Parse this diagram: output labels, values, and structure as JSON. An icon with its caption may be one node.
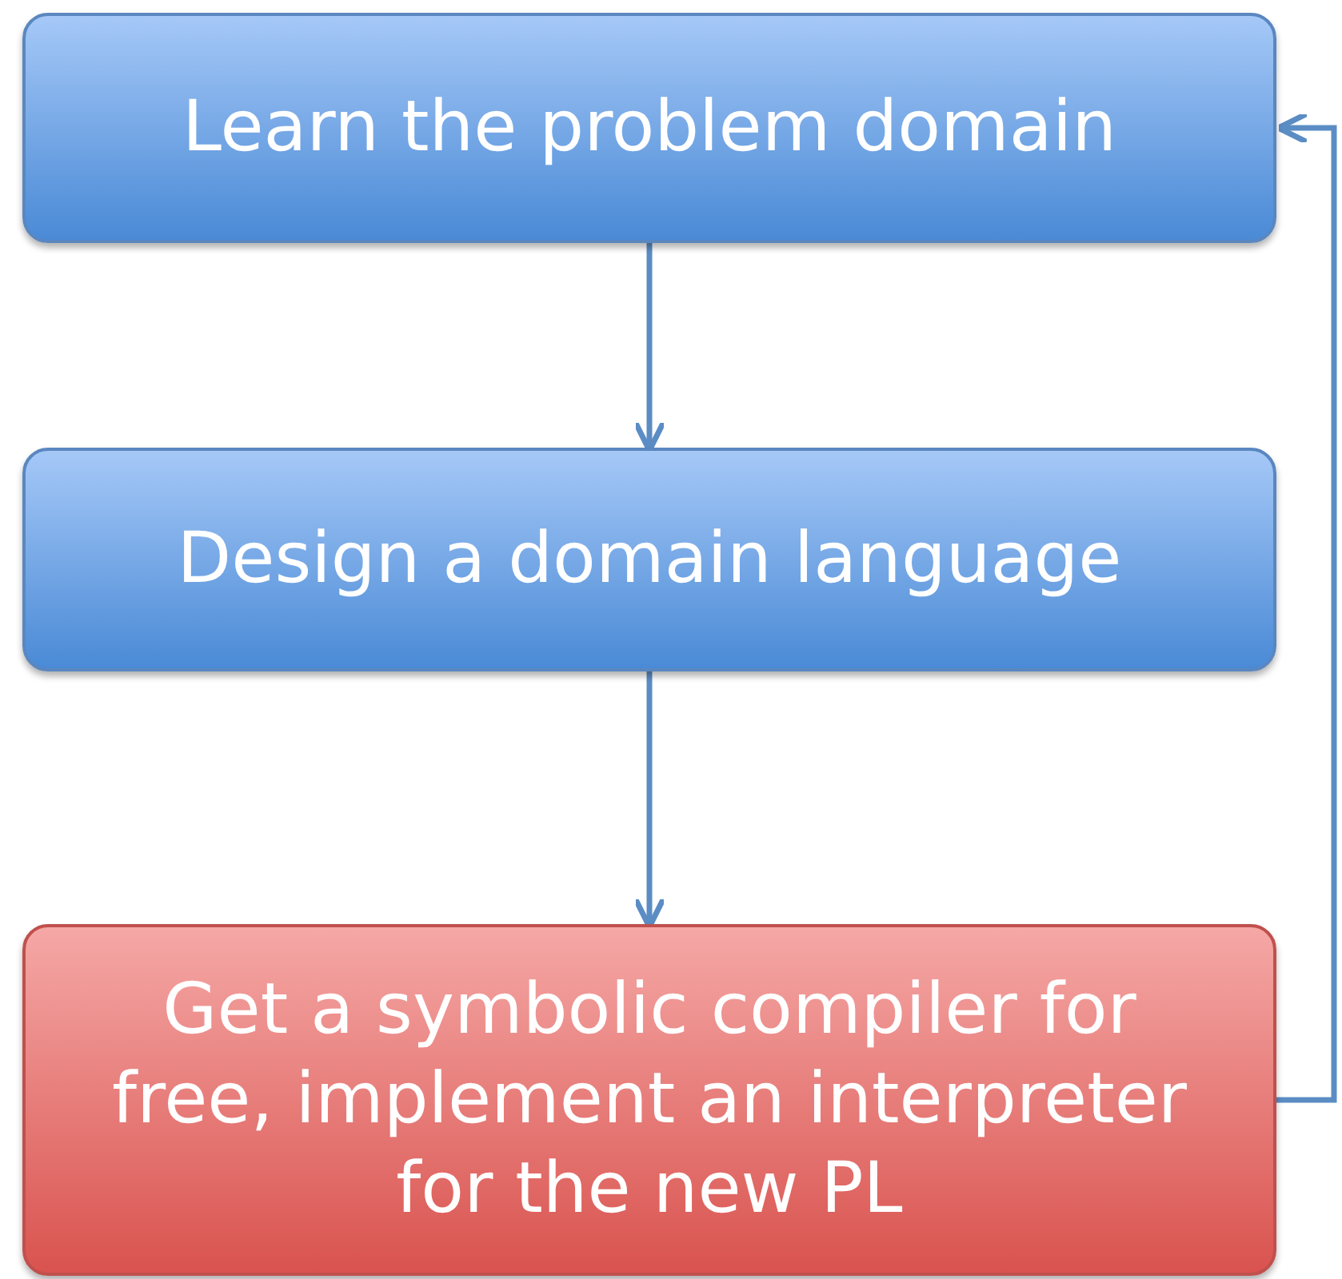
{
  "diagram": {
    "nodes": [
      {
        "text": [
          "Learn the problem domain"
        ]
      },
      {
        "text": [
          "Design a domain language"
        ]
      },
      {
        "text": [
          "Get a symbolic compiler for free, implement an interpreter for the new PL"
        ]
      }
    ],
    "edges": [
      {
        "from": 0,
        "to": 1,
        "arrow": "to"
      },
      {
        "from": 1,
        "to": 2,
        "arrow": "to"
      },
      {
        "from": 2,
        "to": 0,
        "arrow": "to"
      }
    ]
  }
}
